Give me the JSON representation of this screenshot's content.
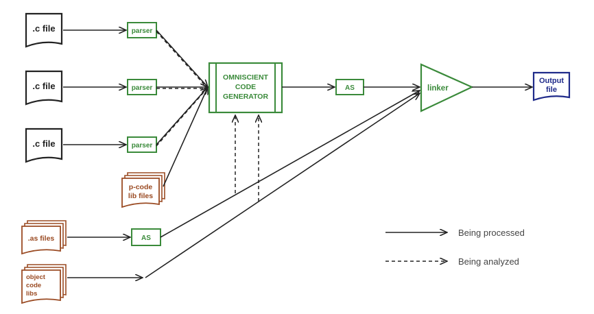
{
  "diagram": {
    "c_files": [
      ".c file",
      ".c file",
      ".c file"
    ],
    "parsers": [
      "parser",
      "parser",
      "parser"
    ],
    "pcode_lib": [
      "p-code",
      "lib files"
    ],
    "as_files": ".as files",
    "object_libs": [
      "object",
      "code",
      "libs"
    ],
    "generator": [
      "OMNISCIENT",
      "CODE",
      "GENERATOR"
    ],
    "assembler_top": "AS",
    "assembler_bottom": "AS",
    "linker": "linker",
    "output": [
      "Output",
      "file"
    ]
  },
  "legend": {
    "processed": "Being processed",
    "analyzed": "Being analyzed"
  },
  "colors": {
    "black": "#222222",
    "green": "#3a8a3a",
    "brown": "#9a4a22",
    "blue": "#1f2a8a"
  }
}
